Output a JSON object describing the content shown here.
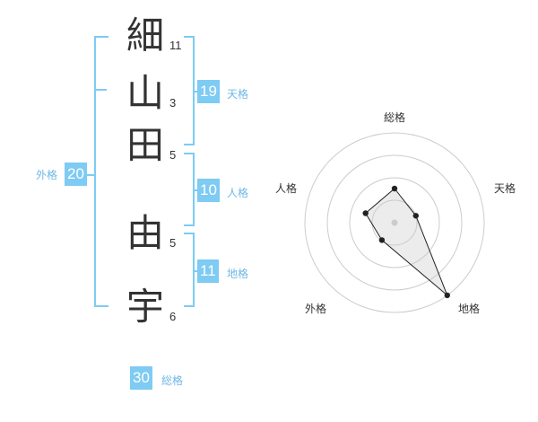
{
  "name": {
    "characters": [
      {
        "char": "細",
        "strokes": "11"
      },
      {
        "char": "山",
        "strokes": "3"
      },
      {
        "char": "田",
        "strokes": "5"
      },
      {
        "char": "由",
        "strokes": "5"
      },
      {
        "char": "宇",
        "strokes": "6"
      }
    ]
  },
  "fortune": {
    "tenkaku": {
      "label": "天格",
      "value": "19"
    },
    "jinkaku": {
      "label": "人格",
      "value": "10"
    },
    "chikaku": {
      "label": "地格",
      "value": "11"
    },
    "gaikaku": {
      "label": "外格",
      "value": "20"
    },
    "soukaku": {
      "label": "総格",
      "value": "30"
    }
  },
  "colors": {
    "accent": "#7ecbf3",
    "label": "#6fb8e6",
    "text": "#333333"
  },
  "chart_data": {
    "type": "radar",
    "axes": [
      "総格",
      "天格",
      "地格",
      "外格",
      "人格"
    ],
    "values": [
      0.38,
      0.25,
      1.0,
      0.24,
      0.34
    ],
    "range": [
      0,
      1
    ],
    "rings": 4
  }
}
